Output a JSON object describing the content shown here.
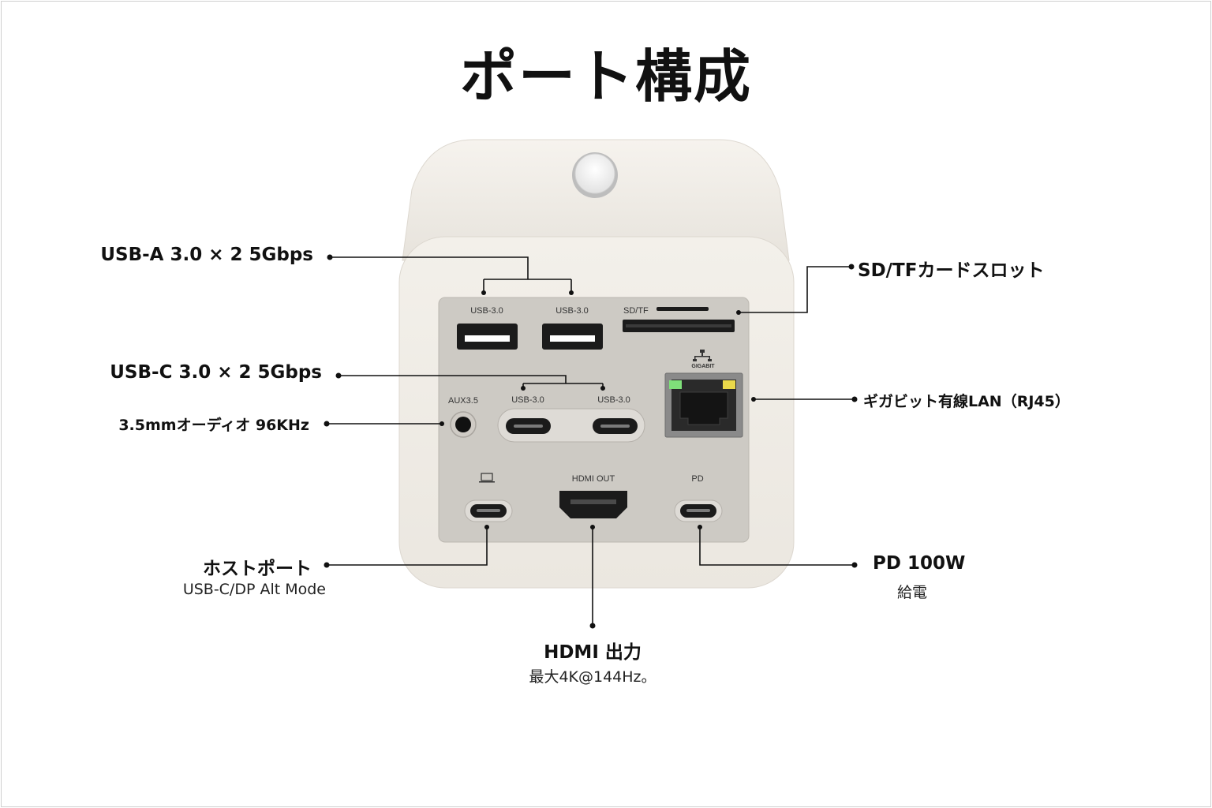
{
  "title": "ポート構成",
  "callouts": {
    "usb_a": {
      "text": "USB-A 3.0 × 2 5Gbps"
    },
    "usb_c": {
      "text": "USB-C 3.0 × 2 5Gbps"
    },
    "aux": {
      "text": "3.5mmオーディオ 96KHz"
    },
    "host": {
      "text": "ホストポート",
      "sub": "USB-C/DP Alt Mode"
    },
    "sd": {
      "text": "SD/TFカードスロット"
    },
    "lan": {
      "text": "ギガビット有線LAN（RJ45）"
    },
    "pd": {
      "text": "PD 100W",
      "sub": "給電"
    },
    "hdmi": {
      "text": "HDMI 出力",
      "sub": "最大4K@144Hz。"
    }
  },
  "device_labels": {
    "usb_a_left": "USB-3.0",
    "usb_a_right": "USB-3.0",
    "sd_tf": "SD/TF",
    "gigabit": "GIGABIT",
    "aux": "AUX3.5",
    "usb_c_left": "USB-3.0",
    "usb_c_right": "USB-3.0",
    "hdmi_out": "HDMI OUT",
    "pd": "PD"
  },
  "colors": {
    "device_body": "#efece6",
    "port_panel": "#cdcac4",
    "port_dark": "#1a1a1a",
    "led_green": "#7fe07a",
    "led_yellow": "#e9d84a",
    "leader_line": "#111111"
  }
}
